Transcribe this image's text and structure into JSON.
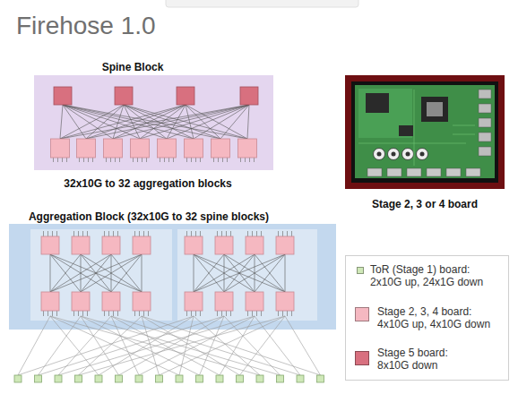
{
  "diagram": {
    "title": "Firehose 1.0",
    "nodes": [
      {
        "text": [
          "Spine Block",
          "32x10G to 32 aggregation blocks"
        ]
      },
      {
        "text": [
          "Aggregation Block (32x10G to 32 spine blocks)"
        ]
      },
      {
        "text": [
          "Stage 2, 3 or 4 board"
        ]
      }
    ],
    "legend": [
      {
        "text": "ToR (Stage 1) board: 2x10G up, 24x1G down",
        "color": "#cfe8b8"
      },
      {
        "text": "Stage 2, 3, 4 board: 4x10G up, 4x10G down",
        "color": "#f5b8c1"
      },
      {
        "text": "Stage 5 board: 8x10G down",
        "color": "#d8707f"
      }
    ]
  }
}
